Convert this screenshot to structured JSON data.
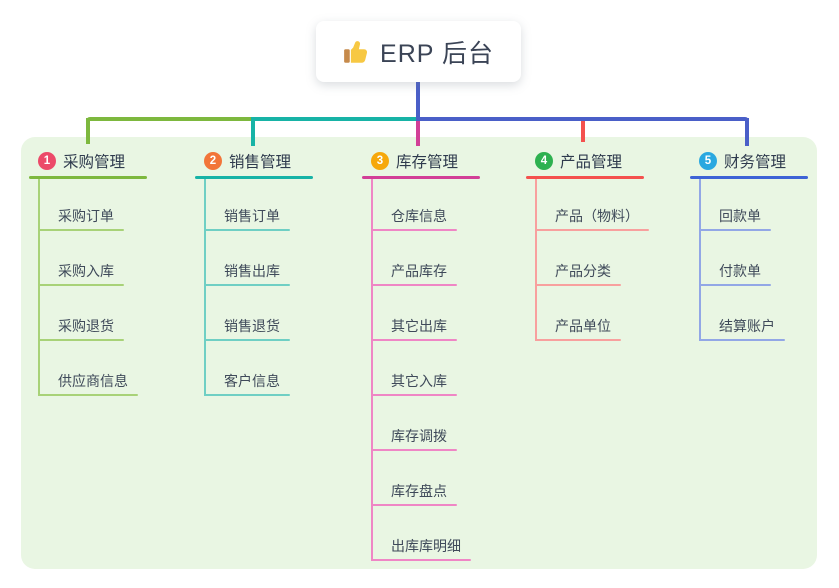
{
  "root": {
    "title": "ERP 后台",
    "icon": "thumbs-up-icon"
  },
  "branches": [
    {
      "index": "1",
      "title": "采购管理",
      "badge_color": "#ec4a69",
      "line_color": "#7db83e",
      "light_color": "#a8d278",
      "children": [
        "采购订单",
        "采购入库",
        "采购退货",
        "供应商信息"
      ]
    },
    {
      "index": "2",
      "title": "销售管理",
      "badge_color": "#f27539",
      "line_color": "#17b3a6",
      "light_color": "#6fcfc4",
      "children": [
        "销售订单",
        "销售出库",
        "销售退货",
        "客户信息"
      ]
    },
    {
      "index": "3",
      "title": "库存管理",
      "badge_color": "#f6a80b",
      "line_color": "#d23f97",
      "light_color": "#ef86c5",
      "children": [
        "仓库信息",
        "产品库存",
        "其它出库",
        "其它入库",
        "库存调拨",
        "库存盘点",
        "出库库明细"
      ]
    },
    {
      "index": "4",
      "title": "产品管理",
      "badge_color": "#2eb150",
      "line_color": "#f4514e",
      "light_color": "#f8a09e",
      "children": [
        "产品（物料）",
        "产品分类",
        "产品单位"
      ]
    },
    {
      "index": "5",
      "title": "财务管理",
      "badge_color": "#29a8e0",
      "line_color": "#3e63d6",
      "light_color": "#92a7e6",
      "children": [
        "回款单",
        "付款单",
        "结算账户"
      ]
    }
  ],
  "colors": {
    "root_connector": "#4a5fc8",
    "panel_bg": "#e9f6e3",
    "title_text": "#2e3a4d",
    "child_text": "#3f4a5a"
  }
}
